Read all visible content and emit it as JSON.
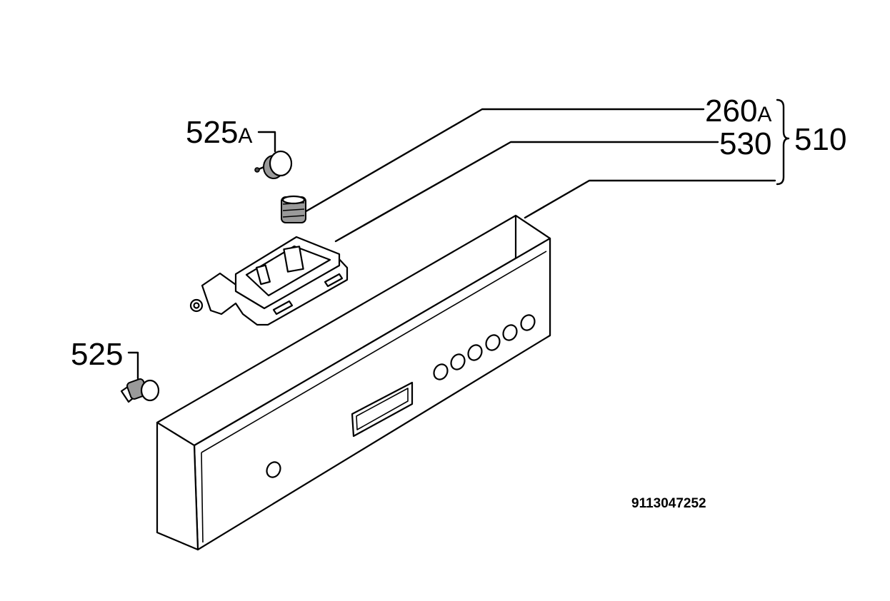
{
  "callouts": {
    "c525a": {
      "main": "525",
      "suffix": "A"
    },
    "c260a": {
      "main": "260",
      "suffix": "A"
    },
    "c530": {
      "main": "530"
    },
    "c510": {
      "main": "510"
    },
    "c525": {
      "main": "525"
    }
  },
  "drawing_code": "9113047252"
}
